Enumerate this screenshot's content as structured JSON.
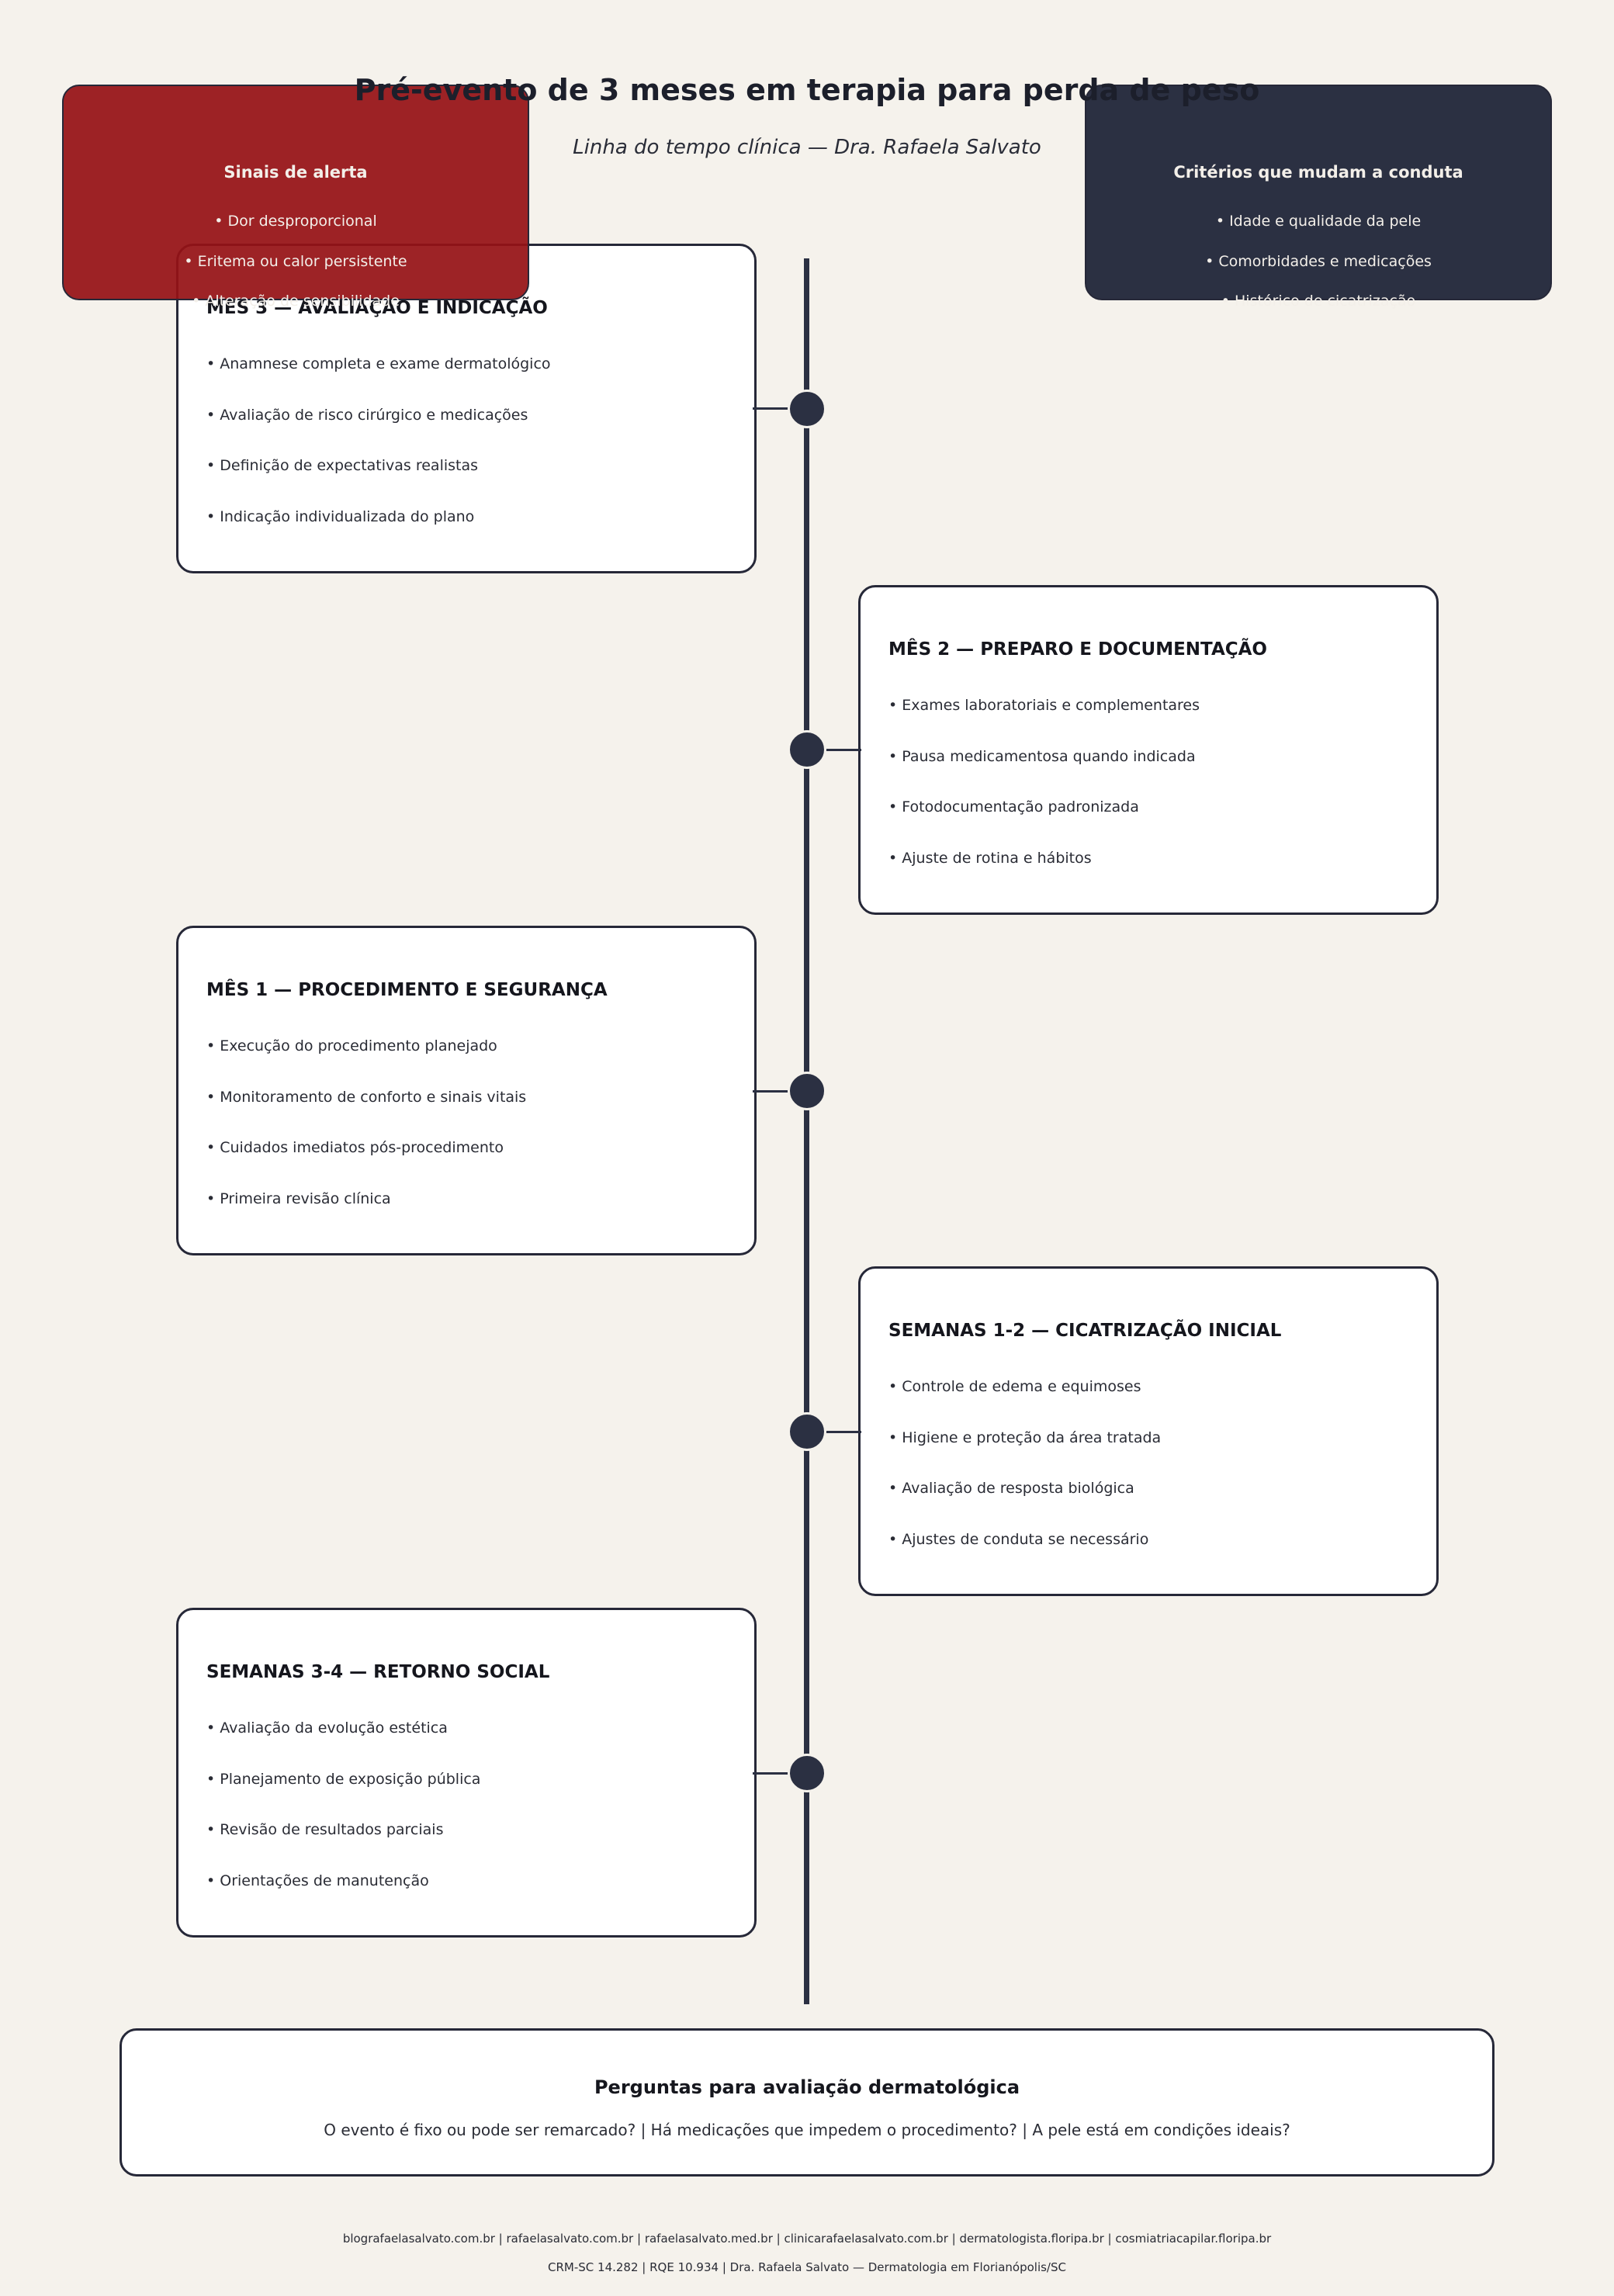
{
  "title": "Pré-evento de 3 meses em terapia para perda de peso",
  "subtitle": "Linha do tempo clínica — Dra. Rafaela Salvato",
  "colors": {
    "background": "#f5f2ec",
    "alert_box": "#961216",
    "criteria_box": "#2b3042",
    "timeline": "#2b3042"
  },
  "alert_box": {
    "title": "Sinais de alerta",
    "items": [
      "• Dor desproporcional",
      "• Eritema ou calor persistente",
      "• Alteração de sensibilidade"
    ]
  },
  "criteria_box": {
    "title": "Critérios que mudam a conduta",
    "items": [
      "• Idade e qualidade da pele",
      "• Comorbidades e medicações",
      "• Histórico de cicatrização"
    ]
  },
  "timeline": [
    {
      "title": "MÊS 3 — AVALIAÇÃO E INDICAÇÃO",
      "items": [
        "• Anamnese completa e exame dermatológico",
        "• Avaliação de risco cirúrgico e medicações",
        "• Definição de expectativas realistas",
        "• Indicação individualizada do plano"
      ]
    },
    {
      "title": "MÊS 2 — PREPARO E DOCUMENTAÇÃO",
      "items": [
        "• Exames laboratoriais e complementares",
        "• Pausa medicamentosa quando indicada",
        "• Fotodocumentação padronizada",
        "• Ajuste de rotina e hábitos"
      ]
    },
    {
      "title": "MÊS 1 — PROCEDIMENTO E SEGURANÇA",
      "items": [
        "• Execução do procedimento planejado",
        "• Monitoramento de conforto e sinais vitais",
        "• Cuidados imediatos pós-procedimento",
        "• Primeira revisão clínica"
      ]
    },
    {
      "title": "SEMANAS 1-2 — CICATRIZAÇÃO INICIAL",
      "items": [
        "• Controle de edema e equimoses",
        "• Higiene e proteção da área tratada",
        "• Avaliação de resposta biológica",
        "• Ajustes de conduta se necessário"
      ]
    },
    {
      "title": "SEMANAS 3-4 — RETORNO SOCIAL",
      "items": [
        "• Avaliação da evolução estética",
        "• Planejamento de exposição pública",
        "• Revisão de resultados parciais",
        "• Orientações de manutenção"
      ]
    }
  ],
  "questions": {
    "title": "Perguntas para avaliação dermatológica",
    "text": "O evento é fixo ou pode ser remarcado?  |  Há medicações que impedem o procedimento?  |  A pele está em condições ideais?"
  },
  "footer": {
    "links": "blografaelasalvato.com.br | rafaelasalvato.com.br | rafaelasalvato.med.br | clinicarafaelasalvato.com.br | dermatologista.floripa.br | cosmiatriacapilar.floripa.br",
    "credits": "CRM-SC 14.282 | RQE 10.934 | Dra. Rafaela Salvato — Dermatologia em Florianópolis/SC"
  }
}
